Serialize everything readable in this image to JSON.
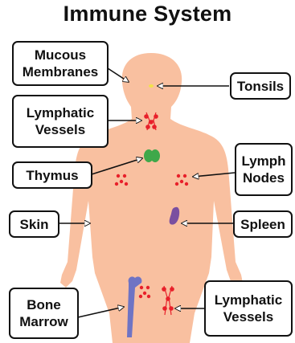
{
  "title": "Immune System",
  "colors": {
    "body": "#f9c0a0",
    "lymph_dots": "#e8202a",
    "thymus": "#3fa84a",
    "spleen": "#7a4fa0",
    "bone": "#6f74c4",
    "tonsils": "#f2e24a",
    "outline": "#111111"
  },
  "labels": {
    "mucous": [
      "Mucous",
      "Membranes"
    ],
    "lymph_vessels_top": [
      "Lymphatic",
      "Vessels"
    ],
    "thymus": "Thymus",
    "skin": "Skin",
    "bone_marrow": [
      "Bone",
      "Marrow"
    ],
    "tonsils": "Tonsils",
    "lymph_nodes": [
      "Lymph",
      "Nodes"
    ],
    "spleen": "Spleen",
    "lymph_vessels_bottom": [
      "Lymphatic",
      "Vessels"
    ]
  }
}
